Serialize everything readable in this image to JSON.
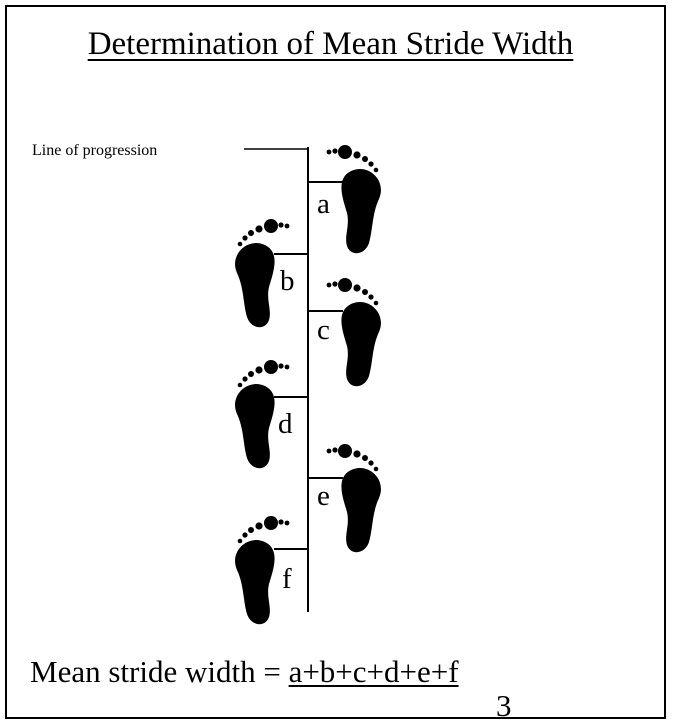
{
  "title": "Determination of Mean Stride Width",
  "line_label": "Line of progression",
  "measures": [
    "a",
    "b",
    "c",
    "d",
    "e",
    "f"
  ],
  "formula": {
    "lhs": "Mean stride width",
    "eq": "=",
    "numerator": "a+b+c+d+e+f",
    "denominator": "3"
  },
  "colors": {
    "ink": "#000000",
    "background": "#ffffff"
  }
}
